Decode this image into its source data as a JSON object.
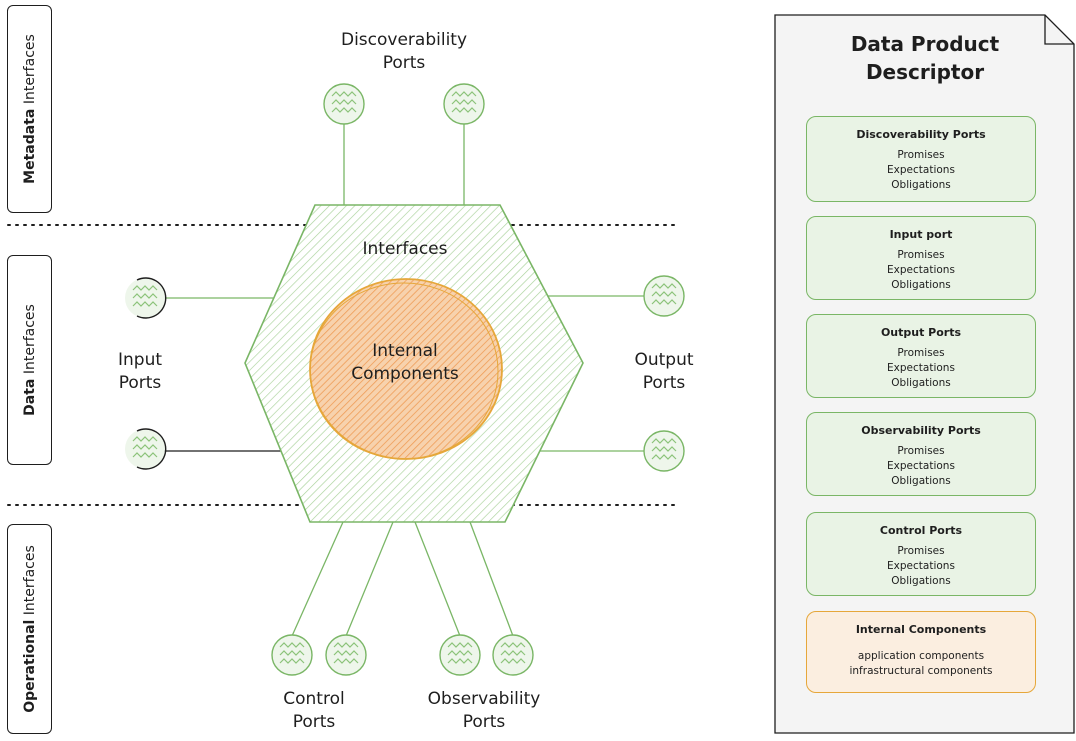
{
  "side_tabs": [
    {
      "bold": "Metadata",
      "rest": " Interfaces"
    },
    {
      "bold": "Data",
      "rest": " Interfaces"
    },
    {
      "bold": "Operational",
      "rest": " Interfaces"
    }
  ],
  "labels": {
    "discoverability_ports": [
      "Discoverability",
      "Ports"
    ],
    "interfaces": "Interfaces",
    "internal_components": [
      "Internal",
      "Components"
    ],
    "input_ports": [
      "Input",
      "Ports"
    ],
    "output_ports": [
      "Output",
      "Ports"
    ],
    "control_ports": [
      "Control",
      "Ports"
    ],
    "observability_ports": [
      "Observability",
      "Ports"
    ]
  },
  "descriptor": {
    "title": [
      "Data Product",
      "Descriptor"
    ],
    "cards": [
      {
        "title": "Discoverability Ports",
        "lines": [
          "Promises",
          "Expectations",
          "Obligations"
        ],
        "style": "green"
      },
      {
        "title": "Input port",
        "lines": [
          "Promises",
          "Expectations",
          "Obligations"
        ],
        "style": "green"
      },
      {
        "title": "Output Ports",
        "lines": [
          "Promises",
          "Expectations",
          "Obligations"
        ],
        "style": "green"
      },
      {
        "title": "Observability Ports",
        "lines": [
          "Promises",
          "Expectations",
          "Obligations"
        ],
        "style": "green"
      },
      {
        "title": "Control Ports",
        "lines": [
          "Promises",
          "Expectations",
          "Obligations"
        ],
        "style": "green"
      },
      {
        "title": "Internal Components",
        "lines": [
          "application components",
          "infrastructural components"
        ],
        "style": "orange"
      }
    ]
  },
  "colors": {
    "green_stroke": "#7ab666",
    "green_fill": "#e9f3e5",
    "orange_stroke": "#e6a73a",
    "orange_fill": "#f4b27a",
    "ink": "#1e1e1e",
    "paper": "#f4f4f4"
  },
  "icons": {
    "port": "zigzag-circle-icon",
    "document": "folded-page-icon"
  }
}
